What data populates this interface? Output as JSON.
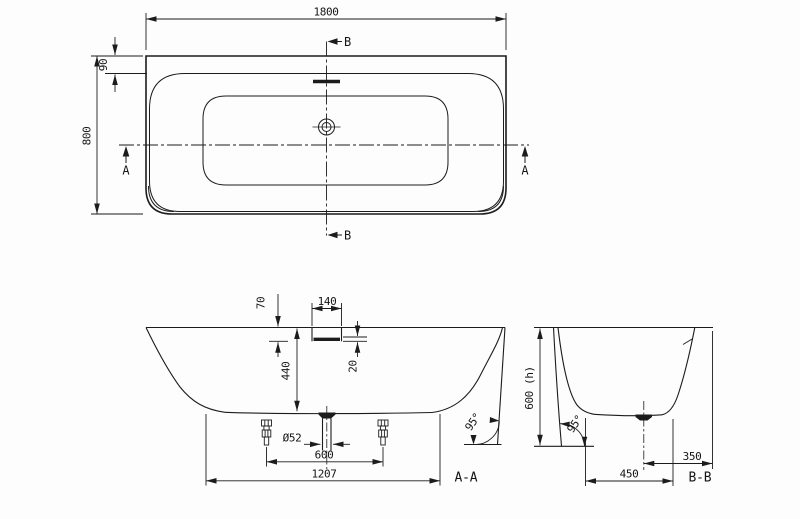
{
  "top_view": {
    "dim_length": "1800",
    "dim_width": "800",
    "dim_rim_back": "90",
    "section_a_label": "A",
    "section_b_label": "B"
  },
  "section_aa": {
    "label": "A-A",
    "dim_overflow_drop": "70",
    "dim_overflow_width": "140",
    "dim_overflow_slot_height": "20",
    "dim_inner_depth": "440",
    "dim_drain_diameter": "Ø52",
    "dim_feet_spacing": "600",
    "dim_base_length": "1207",
    "dim_wall_angle": "95°"
  },
  "section_bb": {
    "label": "B-B",
    "dim_overall_height": "600 (h)",
    "dim_wall_angle": "95°",
    "dim_base_width": "450",
    "dim_drain_offset": "350"
  },
  "colors": {
    "line": "#1c1c1c",
    "background": "#fdfdfd"
  }
}
